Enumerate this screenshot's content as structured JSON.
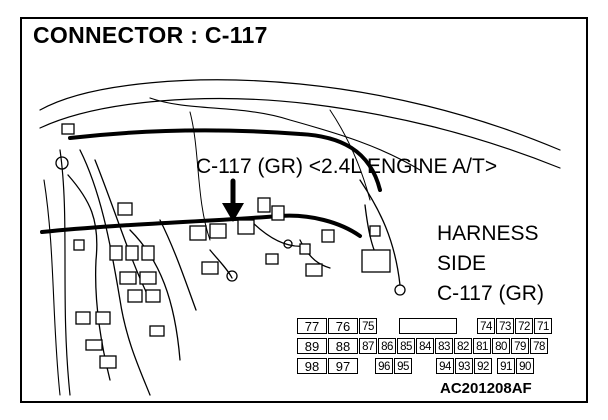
{
  "title": "CONNECTOR : C-117",
  "callout": "C-117 (GR) <2.4L ENGINE A/T>",
  "harness_label": {
    "line1": "HARNESS",
    "line2": "SIDE",
    "line3": "C-117 (GR)"
  },
  "figure_code": "AC201208AF",
  "connector": {
    "row1_left": [
      "77",
      "76",
      "75"
    ],
    "row1_right": [
      "74",
      "73",
      "72",
      "71"
    ],
    "row2": [
      "89",
      "88",
      "87",
      "86",
      "85",
      "84",
      "83",
      "82",
      "81",
      "80",
      "79",
      "78"
    ],
    "row3_left": [
      "98",
      "97"
    ],
    "row3_mid": [
      "96",
      "95"
    ],
    "row3_right1": [
      "94",
      "93",
      "92"
    ],
    "row3_right2": [
      "91",
      "90"
    ]
  }
}
